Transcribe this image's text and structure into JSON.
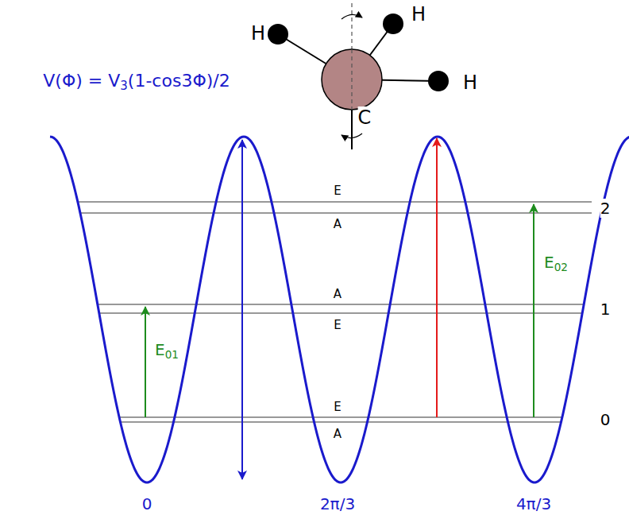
{
  "diagram": {
    "labels": [
      "H",
      "H",
      "H",
      "C",
      "V(Φ) = V",
      "3",
      "(1-cos3Φ)/2",
      "E",
      "A",
      "A",
      "E",
      "E",
      "A",
      "2",
      "1",
      "0",
      "E",
      "01",
      "E",
      "02",
      "0",
      "2π/3",
      "4π/3"
    ]
  }
}
